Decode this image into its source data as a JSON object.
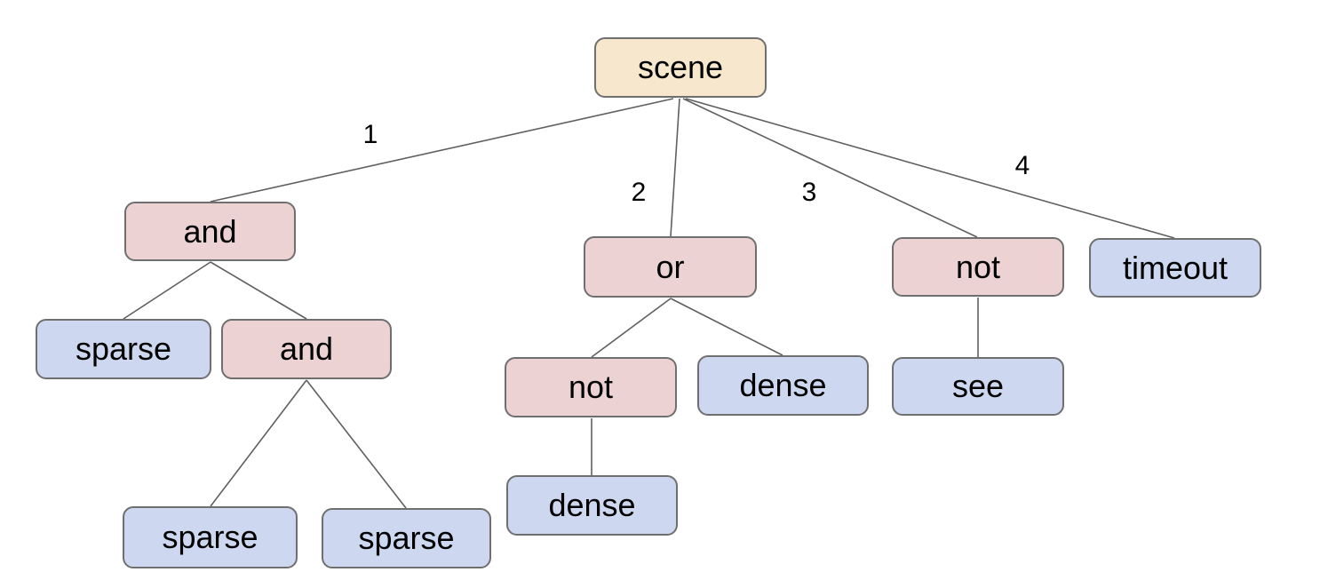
{
  "diagram": {
    "type": "tree",
    "background": "#ffffff",
    "colors": {
      "root_fill": "#f6e7cd",
      "operator_fill": "#ecd2d2",
      "leaf_fill": "#cdd8f0",
      "node_border": "#6f6f6f",
      "edge_line": "#5f5f5f",
      "text": "#000000"
    },
    "nodes": {
      "scene": {
        "label": "scene",
        "kind": "root"
      },
      "and1": {
        "label": "and",
        "kind": "operator"
      },
      "or1": {
        "label": "or",
        "kind": "operator"
      },
      "not1": {
        "label": "not",
        "kind": "operator"
      },
      "timeout": {
        "label": "timeout",
        "kind": "leaf"
      },
      "sparseA": {
        "label": "sparse",
        "kind": "leaf"
      },
      "and2": {
        "label": "and",
        "kind": "operator"
      },
      "not2": {
        "label": "not",
        "kind": "operator"
      },
      "denseA": {
        "label": "dense",
        "kind": "leaf"
      },
      "see": {
        "label": "see",
        "kind": "leaf"
      },
      "denseB": {
        "label": "dense",
        "kind": "leaf"
      },
      "sparseB": {
        "label": "sparse",
        "kind": "leaf"
      },
      "sparseC": {
        "label": "sparse",
        "kind": "leaf"
      }
    },
    "edge_labels": {
      "e1": "1",
      "e2": "2",
      "e3": "3",
      "e4": "4"
    },
    "tree": {
      "label": "scene",
      "children": [
        {
          "edge": "1",
          "label": "and",
          "children": [
            {
              "label": "sparse"
            },
            {
              "label": "and",
              "children": [
                {
                  "label": "sparse"
                },
                {
                  "label": "sparse"
                }
              ]
            }
          ]
        },
        {
          "edge": "2",
          "label": "or",
          "children": [
            {
              "label": "not",
              "children": [
                {
                  "label": "dense"
                }
              ]
            },
            {
              "label": "dense"
            }
          ]
        },
        {
          "edge": "3",
          "label": "not",
          "children": [
            {
              "label": "see"
            }
          ]
        },
        {
          "edge": "4",
          "label": "timeout"
        }
      ]
    }
  }
}
